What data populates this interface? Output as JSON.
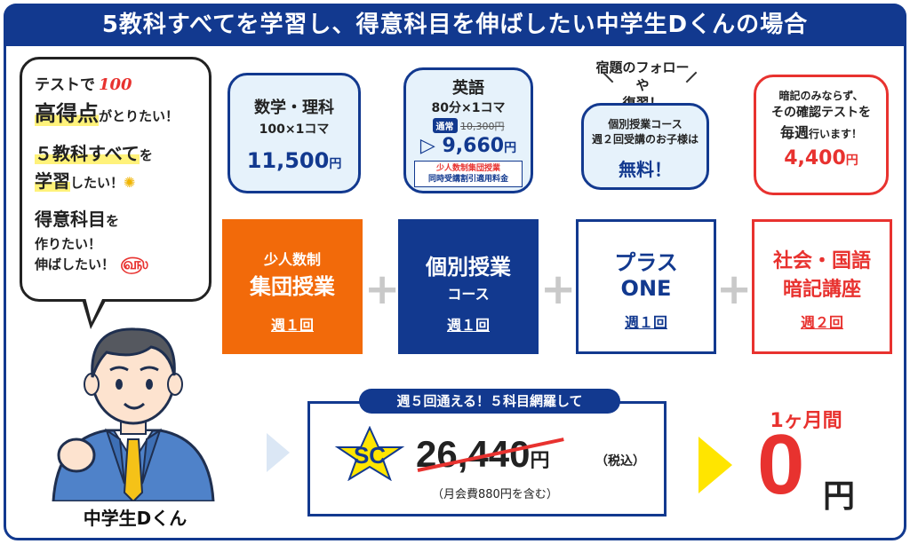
{
  "title": "5教科すべてを学習し、得意科目を伸ばしたい中学生Dくんの場合",
  "wishes": {
    "line1_pre": "テストで",
    "score_mark": "100",
    "line2_big": "高得点",
    "line2_rest": "がとりたい！",
    "line3_big": "５教科すべて",
    "line3_rest": "を",
    "line4_big": "学習",
    "line4_rest": "したい！",
    "line5_big": "得意科目",
    "line5_rest": "を",
    "line6": "作りたい！",
    "line7": "伸ばしたい！"
  },
  "student_label": "中学生Dくん",
  "bubbles": {
    "math": {
      "subject": "数学・理科",
      "detail": "100×1コマ",
      "price": "11,500",
      "unit": "円"
    },
    "english": {
      "subject": "英語",
      "detail": "80分×1コマ",
      "normal_tag": "通常",
      "normal_price": "10,300円",
      "price_prefix": "▷",
      "price": "9,660",
      "unit": "円",
      "discount_l1": "少人数制集団授業",
      "discount_l2": "同時受講割引適用料金"
    },
    "plus_one": {
      "line1": "個別授業コース",
      "line2": "週２回受講のお子様は",
      "price": "無料！"
    },
    "social": {
      "line1": "暗記のみならず、",
      "line2": "その確認テストを",
      "line3_big": "毎週",
      "line3_rest": "行います！",
      "price": "4,400",
      "unit": "円"
    }
  },
  "note_above": {
    "line1": "宿題のフォローや",
    "line2": "復習！"
  },
  "courses": [
    {
      "line1": "少人数制",
      "line2": "集団授業",
      "week": "週１回"
    },
    {
      "line1": "個別授業",
      "line2": "コース",
      "week": "週１回"
    },
    {
      "line1": "プラス",
      "line2": "ONE",
      "week": "週１回"
    },
    {
      "line1": "社会・国語",
      "line2": "暗記講座",
      "week": "週２回"
    }
  ],
  "plus_sign": "+",
  "total": {
    "tag": "週５回通える！５科目網羅して",
    "logo_text": "SC",
    "price": "26,440",
    "unit": "円",
    "tax": "（税込）",
    "monthly": "（月会費880円を含む）"
  },
  "result": {
    "period": "1ヶ月間",
    "value": "0",
    "unit": "円"
  },
  "colors": {
    "navy": "#12398f",
    "orange": "#f26a0a",
    "red": "#e8322f",
    "yellow": "#ffe500",
    "light_blue": "#e6f2fb"
  }
}
